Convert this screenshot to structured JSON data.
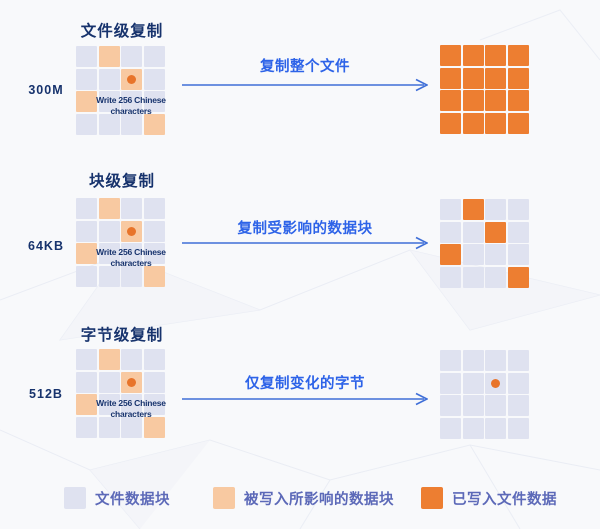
{
  "colors": {
    "background": "#f8f9fb",
    "plain_cell": "#dfe2f0",
    "affected_cell": "#f8c9a1",
    "written_cell": "#ed7e31",
    "dot": "#e8742a",
    "title_text": "#17336d",
    "arrow_text": "#2d63e8",
    "arrow_line": "#3f6fd8",
    "legend_text": "#5c69b8"
  },
  "rows": [
    {
      "title": "文件级复制",
      "size_label": "300M",
      "arrow_label": "复制整个文件",
      "write_note_line1": "Write 256 Chinese",
      "write_note_line2": "characters",
      "left_grid": {
        "cells": [
          "P",
          "A",
          "P",
          "P",
          "P",
          "P",
          "A",
          "P",
          "A",
          "P",
          "P",
          "P",
          "P",
          "P",
          "P",
          "A"
        ],
        "dot_cell": 6
      },
      "right_grid": {
        "cells": [
          "W",
          "W",
          "W",
          "W",
          "W",
          "W",
          "W",
          "W",
          "W",
          "W",
          "W",
          "W",
          "W",
          "W",
          "W",
          "W"
        ],
        "dot_cell": null
      }
    },
    {
      "title": "块级复制",
      "size_label": "64KB",
      "arrow_label": "复制受影响的数据块",
      "write_note_line1": "Write 256 Chinese",
      "write_note_line2": "characters",
      "left_grid": {
        "cells": [
          "P",
          "A",
          "P",
          "P",
          "P",
          "P",
          "A",
          "P",
          "A",
          "P",
          "P",
          "P",
          "P",
          "P",
          "P",
          "A"
        ],
        "dot_cell": 6
      },
      "right_grid": {
        "cells": [
          "P",
          "W",
          "P",
          "P",
          "P",
          "P",
          "W",
          "P",
          "W",
          "P",
          "P",
          "P",
          "P",
          "P",
          "P",
          "W"
        ],
        "dot_cell": null
      }
    },
    {
      "title": "字节级复制",
      "size_label": "512B",
      "arrow_label": "仅复制变化的字节",
      "write_note_line1": "Write 256 Chinese",
      "write_note_line2": "characters",
      "left_grid": {
        "cells": [
          "P",
          "A",
          "P",
          "P",
          "P",
          "P",
          "A",
          "P",
          "A",
          "P",
          "P",
          "P",
          "P",
          "P",
          "P",
          "A"
        ],
        "dot_cell": 6
      },
      "right_grid": {
        "cells": [
          "P",
          "P",
          "P",
          "P",
          "P",
          "P",
          "P",
          "P",
          "P",
          "P",
          "P",
          "P",
          "P",
          "P",
          "P",
          "P"
        ],
        "dot_cell": 6
      }
    }
  ],
  "legend": [
    {
      "label": "文件数据块",
      "type": "plain"
    },
    {
      "label": "被写入所影响的数据块",
      "type": "affected"
    },
    {
      "label": "已写入文件数据",
      "type": "written"
    }
  ]
}
